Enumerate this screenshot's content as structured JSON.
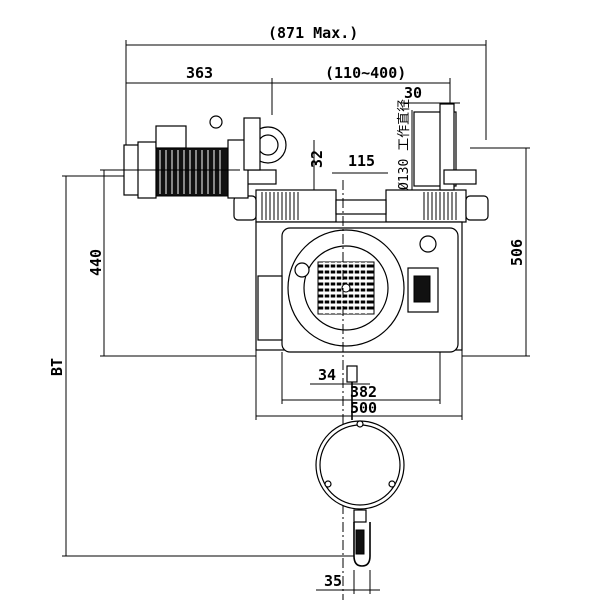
{
  "dimensions": {
    "overall": "(871 Max.)",
    "motor_offset": "363",
    "track_range": "(110~400)",
    "flange": "30",
    "wheel_dia": "Ø130 工作直径",
    "rail_h": "32",
    "center": "115",
    "height_440": "440",
    "height_506": "506",
    "bt": "BT",
    "d34": "34",
    "d382": "382",
    "d500": "500",
    "d35": "35"
  }
}
